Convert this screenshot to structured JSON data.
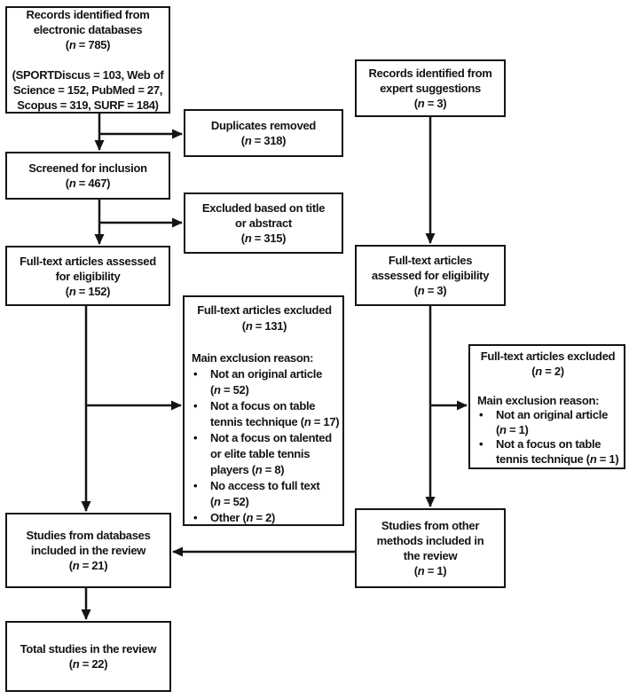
{
  "accent_color": "#141414",
  "figure": {
    "boxes": {
      "db_identified": {
        "lines": [
          "Records identified from",
          "electronic databases",
          "(n = 785)",
          "",
          "(SPORTDiscus = 103, Web of",
          "Science = 152, PubMed = 27,",
          "Scopus = 319, SURF = 184)"
        ]
      },
      "duplicates_removed": {
        "lines": [
          "Duplicates removed",
          "(n = 318)"
        ]
      },
      "screened": {
        "lines": [
          "Screened for inclusion",
          "(n = 467)"
        ]
      },
      "excluded_title_abstract": {
        "lines": [
          "Excluded based on title",
          "or abstract",
          "(n = 315)"
        ]
      },
      "fulltext_databases": {
        "lines": [
          "Full-text articles assessed",
          "for eligibility",
          "(n = 152)"
        ]
      },
      "fulltext_excluded_databases": {
        "title_lines": [
          "Full-text articles excluded",
          "(n = 131)",
          ""
        ],
        "reason_heading": "Main exclusion reason:",
        "bullets": [
          [
            "Not an original article",
            "(n = 52)"
          ],
          [
            "Not a focus on table",
            "tennis technique (n = 17)"
          ],
          [
            "Not a focus on talented",
            "or elite table tennis",
            "players (n = 8)"
          ],
          [
            "No access to full text",
            "(n = 52)"
          ],
          [
            "Other (n = 2)"
          ]
        ]
      },
      "expert_identified": {
        "lines": [
          "Records identified from",
          "expert suggestions",
          "(n = 3)"
        ]
      },
      "fulltext_expert": {
        "lines": [
          "Full-text articles",
          "assessed for eligibility",
          "(n = 3)"
        ]
      },
      "fulltext_excluded_expert": {
        "title_lines": [
          "Full-text articles excluded",
          "(n = 2)",
          ""
        ],
        "reason_heading": "Main exclusion reason:",
        "bullets": [
          [
            "Not an original article",
            "(n = 1)"
          ],
          [
            "Not a focus on table",
            "tennis technique (n = 1)"
          ]
        ]
      },
      "studies_databases": {
        "lines": [
          "Studies from databases",
          "included in the review",
          "(n = 21)"
        ]
      },
      "studies_other_methods": {
        "lines": [
          "Studies from other",
          "methods included in",
          "the review",
          "(n = 1)"
        ]
      },
      "total_studies": {
        "lines": [
          "Total studies in the review",
          "(n = 22)"
        ]
      }
    },
    "edges": [
      {
        "from": "db_identified",
        "to": "screened"
      },
      {
        "from": "db_identified",
        "to": "duplicates_removed"
      },
      {
        "from": "screened",
        "to": "fulltext_databases"
      },
      {
        "from": "screened",
        "to": "excluded_title_abstract"
      },
      {
        "from": "fulltext_databases",
        "to": "studies_databases"
      },
      {
        "from": "fulltext_databases",
        "to": "fulltext_excluded_databases"
      },
      {
        "from": "expert_identified",
        "to": "fulltext_expert"
      },
      {
        "from": "fulltext_expert",
        "to": "studies_other_methods"
      },
      {
        "from": "fulltext_expert",
        "to": "fulltext_excluded_expert"
      },
      {
        "from": "studies_other_methods",
        "to": "studies_databases"
      },
      {
        "from": "studies_databases",
        "to": "total_studies"
      }
    ]
  }
}
